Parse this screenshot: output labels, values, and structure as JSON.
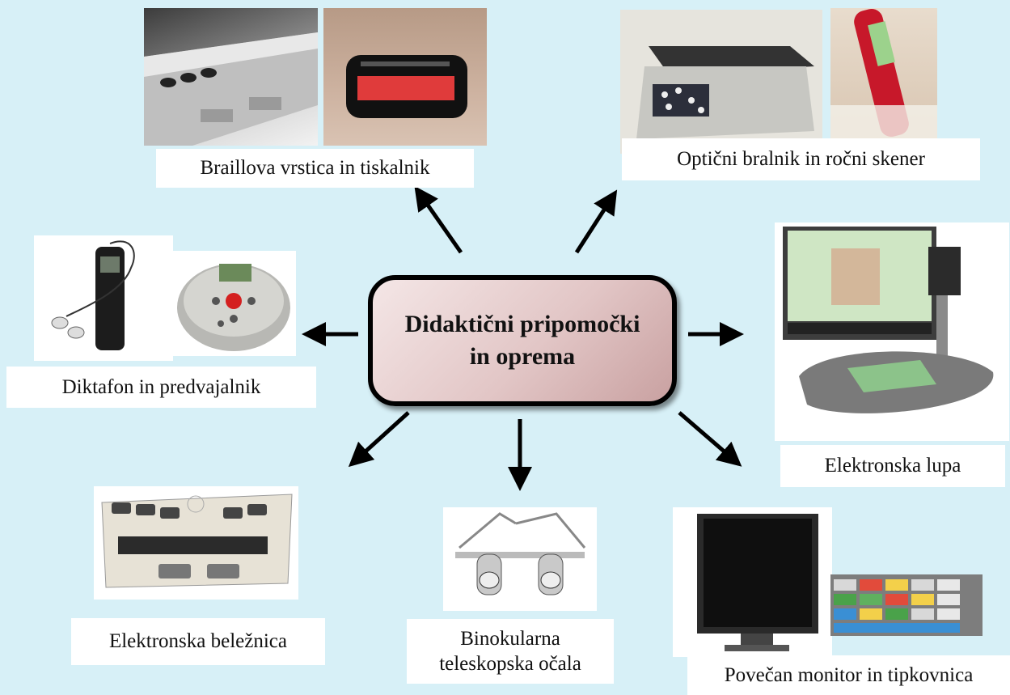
{
  "center": {
    "title": "Didaktični pripomočki in oprema"
  },
  "items": {
    "braille": {
      "label": "Braillova vrstica in tiskalnik"
    },
    "ocr": {
      "label": "Optični bralnik in ročni skener"
    },
    "dictaphone": {
      "label": "Diktafon in predvajalnik"
    },
    "magnifier": {
      "label": "Elektronska lupa"
    },
    "notetaker": {
      "label": "Elektronska beležnica"
    },
    "telescope": {
      "label": "Binokularna teleskopska očala"
    },
    "monitor": {
      "label": "Povečan monitor in tipkovnica"
    }
  },
  "colors": {
    "background": "#d7f0f7",
    "center_fill": "#e2c6c6",
    "arrow": "#000000"
  }
}
